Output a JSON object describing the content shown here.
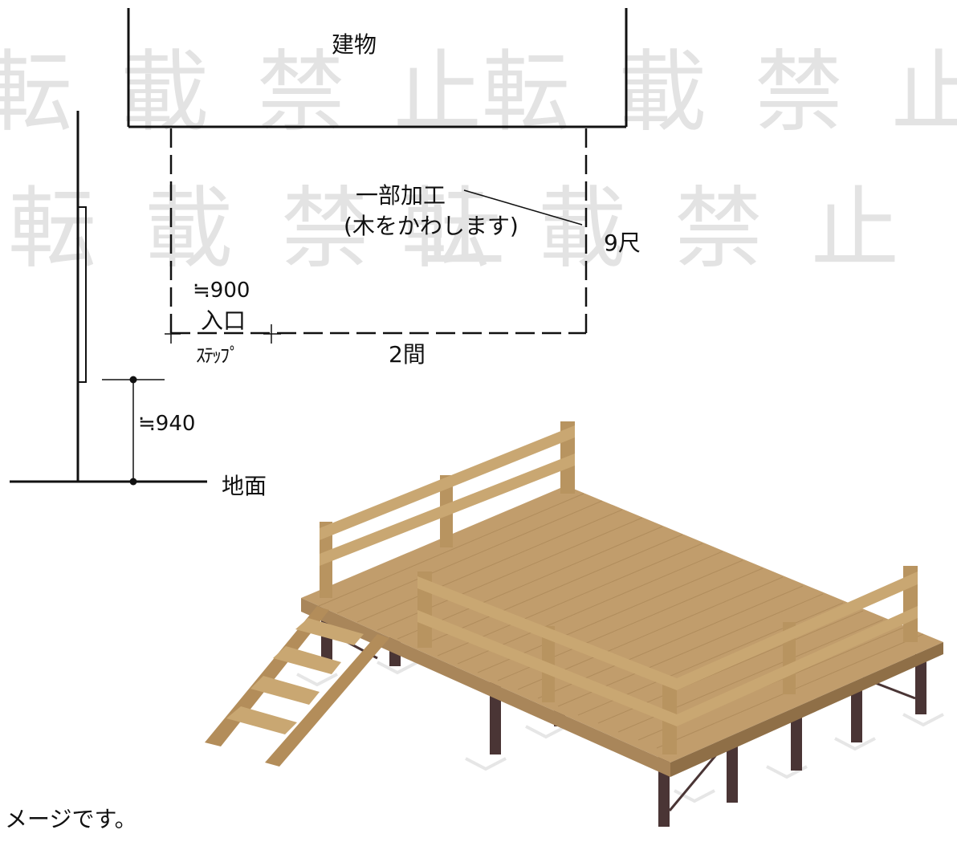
{
  "watermark": {
    "text": "転載禁止",
    "color": "#e0e0e0"
  },
  "labels": {
    "building": "建物",
    "partial_processing": "一部加工",
    "partial_processing_note": "(木をかわします)",
    "depth": "9尺",
    "entrance_width": "≒900",
    "entrance": "入口",
    "step": "ｽﾃｯﾌﾟ",
    "width": "2間",
    "deck_height": "≒940",
    "ground": "地面",
    "caption": "メージです。"
  },
  "colors": {
    "line": "#111111",
    "deck_top": "#c19d6c",
    "deck_edge": "#a9865a",
    "post": "#4a3535",
    "shadow": "#ececec"
  }
}
